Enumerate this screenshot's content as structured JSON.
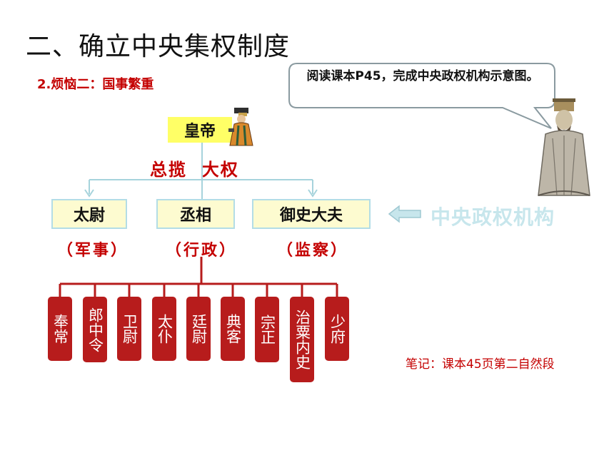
{
  "title": "二、确立中央集权制度",
  "subtitle": "2.烦恼二：国事繁重",
  "speech_bubble": "阅读课本P45，完成中央政权机构示意图。",
  "emperor": "皇帝",
  "power_label": "总揽  大权",
  "ministers": [
    {
      "name": "太尉",
      "role": "（军事）"
    },
    {
      "name": "丞相",
      "role": "（行政）"
    },
    {
      "name": "御史大夫",
      "role": "（监察）"
    }
  ],
  "central_label": "中央政权机构",
  "officials": [
    "奉常",
    "郎中令",
    "卫尉",
    "太仆",
    "廷尉",
    "典客",
    "宗正",
    "治粟内史",
    "少府"
  ],
  "note": "笔记：课本45页第二自然段",
  "colors": {
    "red": "#c40000",
    "officer_red": "#b71c1c",
    "highlight_yellow": "#ffff66",
    "box_fill": "#fdfbd0",
    "box_border": "#b3dde6",
    "connector_blue": "#a6d3dc"
  }
}
